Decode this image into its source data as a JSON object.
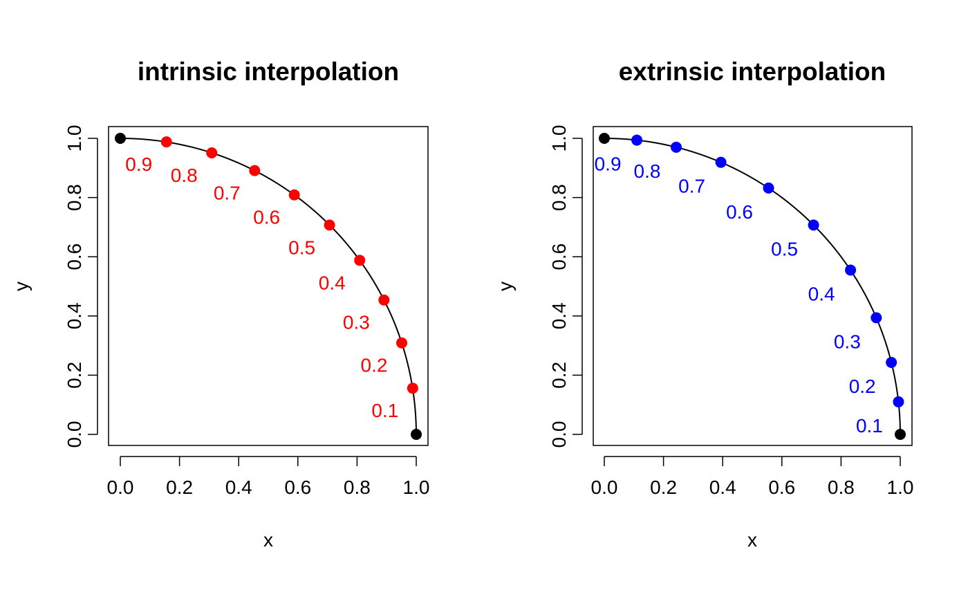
{
  "chart_data": [
    {
      "type": "scatter",
      "title": "intrinsic interpolation",
      "xlabel": "x",
      "ylabel": "y",
      "xlim": [
        0,
        1
      ],
      "ylim": [
        0,
        1
      ],
      "xticks": [
        "0.0",
        "0.2",
        "0.4",
        "0.6",
        "0.8",
        "1.0"
      ],
      "yticks": [
        "0.0",
        "0.2",
        "0.4",
        "0.6",
        "0.8",
        "1.0"
      ],
      "grid": false,
      "curve": "unit quarter circle from (0,1) to (1,0)",
      "point_color": "#ff0000",
      "endpoint_color": "#000000",
      "endpoints": [
        {
          "x": 0.0,
          "y": 1.0
        },
        {
          "x": 1.0,
          "y": 0.0
        }
      ],
      "points": [
        {
          "label": "0.1",
          "x": 0.988,
          "y": 0.156
        },
        {
          "label": "0.2",
          "x": 0.951,
          "y": 0.309
        },
        {
          "label": "0.3",
          "x": 0.891,
          "y": 0.454
        },
        {
          "label": "0.4",
          "x": 0.809,
          "y": 0.588
        },
        {
          "label": "0.5",
          "x": 0.707,
          "y": 0.707
        },
        {
          "label": "0.6",
          "x": 0.588,
          "y": 0.809
        },
        {
          "label": "0.7",
          "x": 0.454,
          "y": 0.891
        },
        {
          "label": "0.8",
          "x": 0.309,
          "y": 0.951
        },
        {
          "label": "0.9",
          "x": 0.156,
          "y": 0.988
        }
      ]
    },
    {
      "type": "scatter",
      "title": "extrinsic interpolation",
      "xlabel": "x",
      "ylabel": "y",
      "xlim": [
        0,
        1
      ],
      "ylim": [
        0,
        1
      ],
      "xticks": [
        "0.0",
        "0.2",
        "0.4",
        "0.6",
        "0.8",
        "1.0"
      ],
      "yticks": [
        "0.0",
        "0.2",
        "0.4",
        "0.6",
        "0.8",
        "1.0"
      ],
      "grid": false,
      "curve": "unit quarter circle from (0,1) to (1,0)",
      "point_color": "#0000ff",
      "endpoint_color": "#000000",
      "endpoints": [
        {
          "x": 0.0,
          "y": 1.0
        },
        {
          "x": 1.0,
          "y": 0.0
        }
      ],
      "points": [
        {
          "label": "0.1",
          "x": 0.994,
          "y": 0.11
        },
        {
          "label": "0.2",
          "x": 0.97,
          "y": 0.243
        },
        {
          "label": "0.3",
          "x": 0.919,
          "y": 0.394
        },
        {
          "label": "0.4",
          "x": 0.832,
          "y": 0.555
        },
        {
          "label": "0.5",
          "x": 0.707,
          "y": 0.707
        },
        {
          "label": "0.6",
          "x": 0.555,
          "y": 0.832
        },
        {
          "label": "0.7",
          "x": 0.394,
          "y": 0.919
        },
        {
          "label": "0.8",
          "x": 0.243,
          "y": 0.97
        },
        {
          "label": "0.9",
          "x": 0.11,
          "y": 0.994
        }
      ]
    }
  ]
}
